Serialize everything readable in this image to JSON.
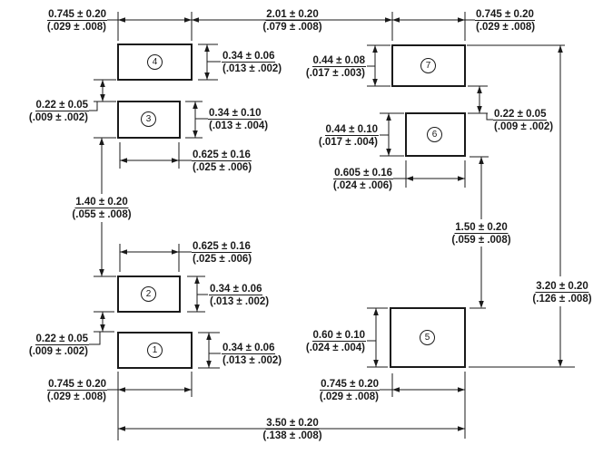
{
  "diagram": {
    "description": "Component land pattern dimension drawing, metric over (inch) values",
    "pads": [
      {
        "label": "1"
      },
      {
        "label": "2"
      },
      {
        "label": "3"
      },
      {
        "label": "4"
      },
      {
        "label": "5"
      },
      {
        "label": "6"
      },
      {
        "label": "7"
      }
    ],
    "dims": {
      "pad4_width_top_left": {
        "metric": "0.745 ± 0.20",
        "inch": "(.029 ± .008)"
      },
      "pitch_201_top": {
        "metric": "2.01 ± 0.20",
        "inch": "(.079 ± .008)"
      },
      "pad7_width_top_right": {
        "metric": "0.745 ± 0.20",
        "inch": "(.029 ± .008)"
      },
      "pad4_height": {
        "metric": "0.34 ± 0.06",
        "inch": "(.013 ± .002)"
      },
      "gap_pads34": {
        "metric": "0.22 ± 0.05",
        "inch": "(.009 ± .002)"
      },
      "pad3_height": {
        "metric": "0.34 ± 0.10",
        "inch": "(.013 ± .004)"
      },
      "pad3_width": {
        "metric": "0.625 ± 0.16",
        "inch": "(.025 ± .006)"
      },
      "span_140_left": {
        "metric": "1.40 ± 0.20",
        "inch": "(.055 ± .008)"
      },
      "pad2_width": {
        "metric": "0.625 ± 0.16",
        "inch": "(.025 ± .006)"
      },
      "pad2_height": {
        "metric": "0.34 ± 0.06",
        "inch": "(.013 ± .002)"
      },
      "gap_pads12": {
        "metric": "0.22 ± 0.05",
        "inch": "(.009 ± .002)"
      },
      "pad1_height": {
        "metric": "0.34 ± 0.06",
        "inch": "(.013 ± .002)"
      },
      "pad1_width_bottom": {
        "metric": "0.745 ± 0.20",
        "inch": "(.029 ± .008)"
      },
      "pad7_height": {
        "metric": "0.44 ± 0.08",
        "inch": "(.017 ± .003)"
      },
      "gap_pads67": {
        "metric": "0.22 ± 0.05",
        "inch": "(.009 ± .002)"
      },
      "pad6_height": {
        "metric": "0.44 ± 0.10",
        "inch": "(.017 ± .004)"
      },
      "pad6_width": {
        "metric": "0.605 ± 0.16",
        "inch": "(.024 ± .006)"
      },
      "span_150_right": {
        "metric": "1.50 ± 0.20",
        "inch": "(.059 ± .008)"
      },
      "span_320_right": {
        "metric": "3.20 ± 0.20",
        "inch": "(.126 ± .008)"
      },
      "pad5_height": {
        "metric": "0.60 ± 0.10",
        "inch": "(.024 ± .004)"
      },
      "pad5_width": {
        "metric": "0.745 ± 0.20",
        "inch": "(.029 ± .008)"
      },
      "span_350_bottom": {
        "metric": "3.50 ± 0.20",
        "inch": "(.138 ± .008)"
      }
    },
    "line_color": "#1a1a1a",
    "background_color": "#ffffff"
  }
}
